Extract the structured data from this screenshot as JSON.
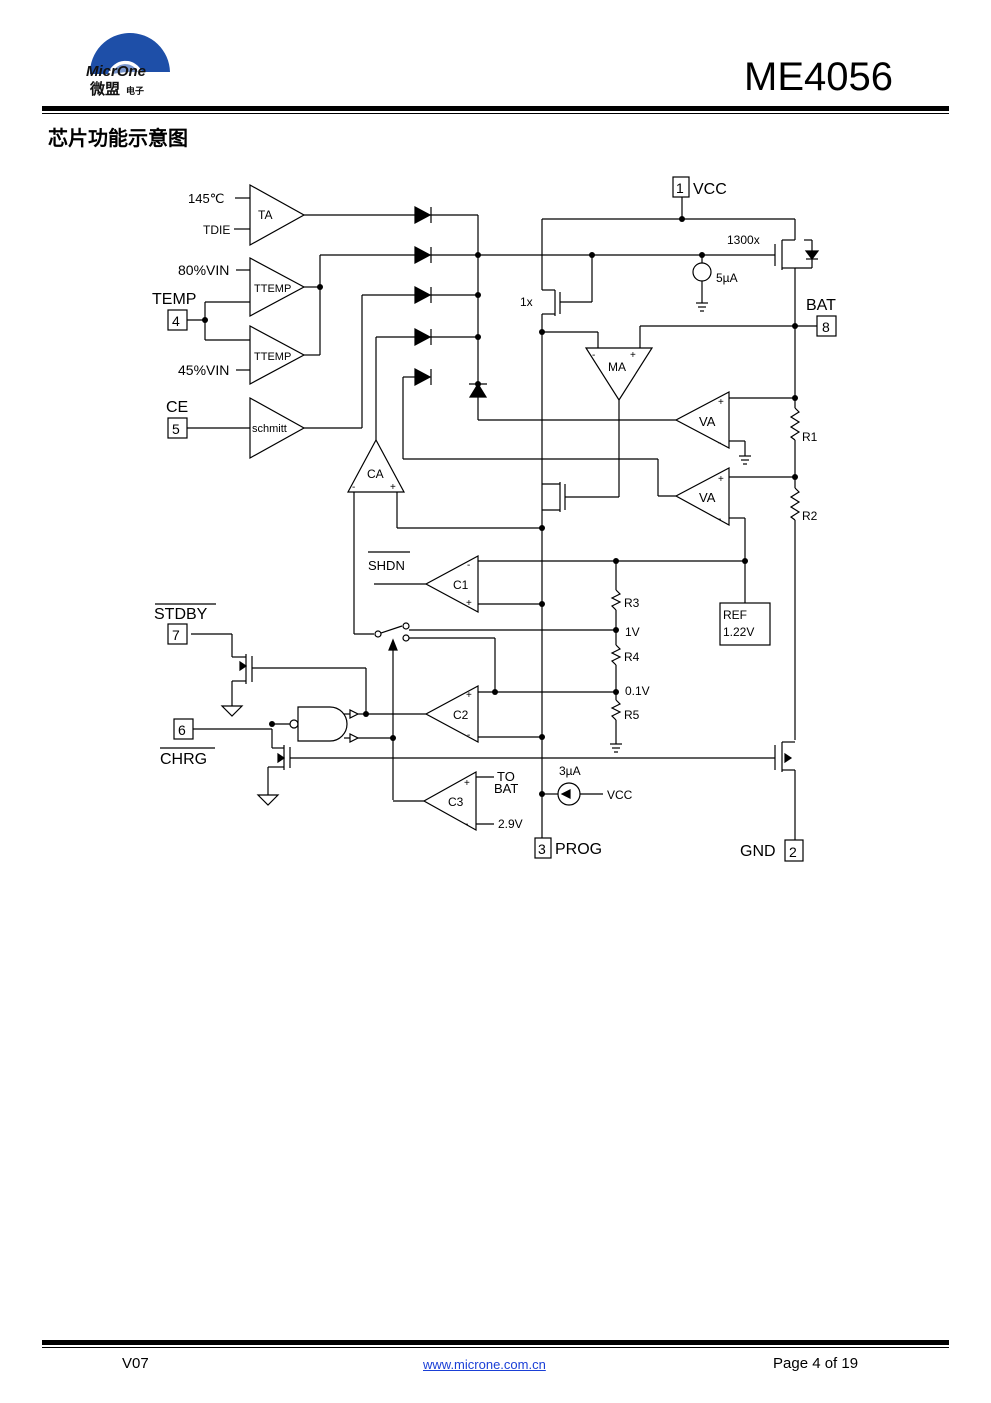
{
  "header": {
    "logo": {
      "brand_en": "MicrOne",
      "brand_cn": "微盟",
      "brand_cn_small": "电子"
    },
    "doc_title": "ME4056"
  },
  "section": {
    "title": "芯片功能示意图"
  },
  "diagram": {
    "labels": {
      "t145": "145℃",
      "tdie": "TDIE",
      "ta": "TA",
      "v80": "80%VIN",
      "temp": "TEMP",
      "ttemp1": "TTEMP",
      "ttemp2": "TTEMP",
      "v45": "45%VIN",
      "ce": "CE",
      "schmitt": "schmitt",
      "ca": "CA",
      "vcc_top": "VCC",
      "x1300": "1300x",
      "i5ua": "5µA",
      "x1": "1x",
      "bat": "BAT",
      "ma": "MA",
      "va1": "VA",
      "va2": "VA",
      "r1": "R1",
      "r2": "R2",
      "shdn": "SHDN",
      "c1": "C1",
      "r3": "R3",
      "ref": "REF",
      "ref_v": "1.22V",
      "stdby": "STDBY",
      "v1": "1V",
      "r4": "R4",
      "v01": "0.1V",
      "c2": "C2",
      "r5": "R5",
      "chrg": "CHRG",
      "c3": "C3",
      "to": "TO",
      "tobat": "BAT",
      "i3ua": "3µA",
      "vcc_src": "VCC",
      "v29": "2.9V",
      "prog": "PROG",
      "gnd": "GND"
    },
    "pins": {
      "p1": "1",
      "p2": "2",
      "p3": "3",
      "p4": "4",
      "p5": "5",
      "p6": "6",
      "p7": "7",
      "p8": "8"
    }
  },
  "footer": {
    "version": "V07",
    "url": "www.microne.com.cn",
    "page": "Page 4 of 19"
  }
}
